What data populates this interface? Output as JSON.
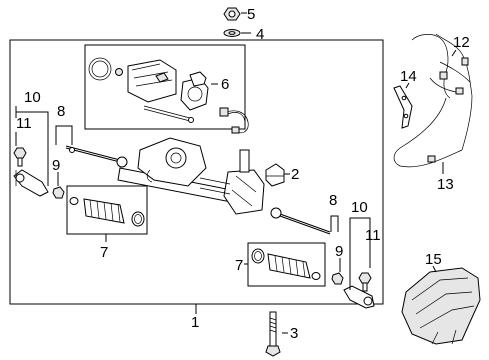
{
  "callouts": {
    "c1": "1",
    "c2": "2",
    "c3": "3",
    "c4": "4",
    "c5": "5",
    "c6": "6",
    "c7_left": "7",
    "c7_right": "7",
    "c8_left": "8",
    "c8_right": "8",
    "c9_left": "9",
    "c9_right": "9",
    "c10_left": "10",
    "c10_right": "10",
    "c11_left": "11",
    "c11_right": "11",
    "c12": "12",
    "c13": "13",
    "c14": "14",
    "c15": "15"
  }
}
